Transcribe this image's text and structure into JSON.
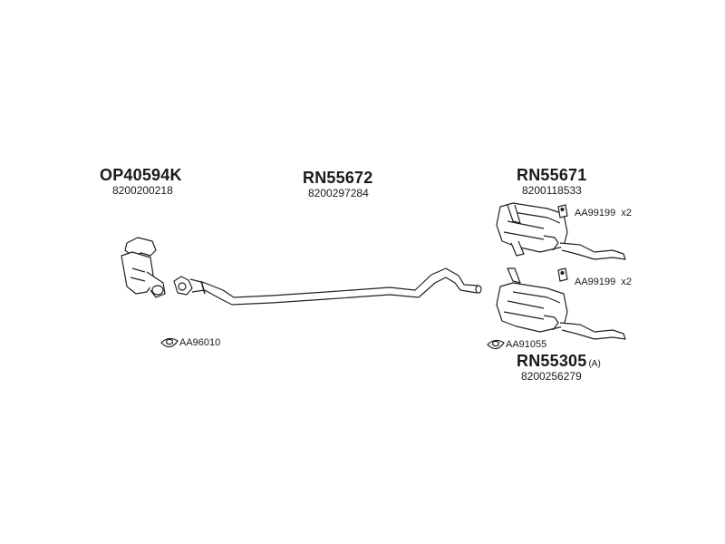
{
  "parts": [
    {
      "code": "OP40594K",
      "oem": "8200200218"
    },
    {
      "code": "RN55672",
      "oem": "8200297284"
    },
    {
      "code": "RN55671",
      "oem": "8200118533"
    },
    {
      "code": "RN55305",
      "suffix": "(A)",
      "oem": "8200256279"
    }
  ],
  "accessories": [
    {
      "code": "AA96010"
    },
    {
      "code": "AA99199",
      "qty": "x2"
    },
    {
      "code": "AA99199",
      "qty": "x2"
    },
    {
      "code": "AA91055"
    }
  ]
}
